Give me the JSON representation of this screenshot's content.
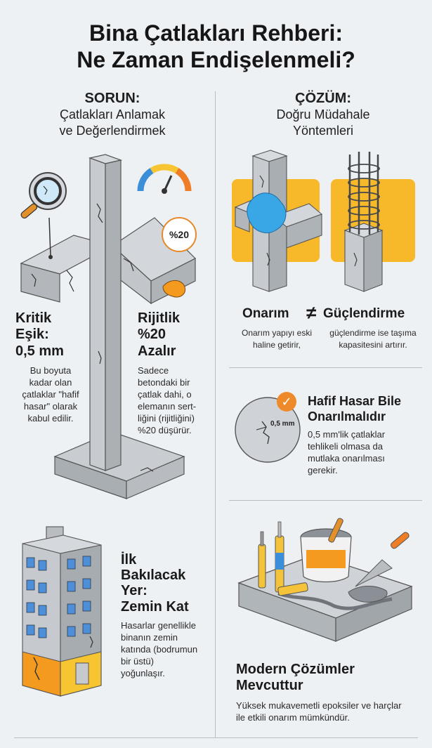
{
  "title": {
    "line1": "Bina Çatlakları Rehberi:",
    "line2": "Ne Zaman Endişelenmeli?"
  },
  "left_column": {
    "label": "SORUN:",
    "subtitle_line1": "Çatlakları Anlamak",
    "subtitle_line2": "ve Değerlendirmek"
  },
  "right_column": {
    "label": "ÇÖZÜM:",
    "subtitle_line1": "Doğru Müdahale",
    "subtitle_line2": "Yöntemleri"
  },
  "badge_percent": "%20",
  "critical_threshold": {
    "heading_line1": "Kritik",
    "heading_line2": "Eşik:",
    "heading_line3": "0,5 mm",
    "body_lines": [
      "Bu boyuta",
      "kadar olan",
      "çatlaklar \"hafif",
      "hasar\" olarak",
      "kabul edilir."
    ]
  },
  "rigidity": {
    "heading_line1": "Rijitlik",
    "heading_line2": "%20",
    "heading_line3": "Azalır",
    "body_lines": [
      "Sadece",
      "betondaki bir",
      "çatlak dahi, o",
      "elemanın sert-",
      "liğini (rijitliğini)",
      "%20 düşürür."
    ]
  },
  "repair_vs_strengthen": {
    "repair_label": "Onarım",
    "not_equal_symbol": "≠",
    "strengthen_label": "Güçlendirme",
    "repair_desc_line1": "Onarım yapıyı eski",
    "repair_desc_line2": "haline getirir,",
    "strengthen_desc_line1": "güçlendirme ise taşıma",
    "strengthen_desc_line2": "kapasitesini artırır."
  },
  "minor_damage": {
    "crack_label": "0,5 mm",
    "heading_line1": "Hafif Hasar Bile",
    "heading_line2": "Onarılmalıdır",
    "body_lines": [
      "0,5 mm'lik çatlaklar",
      "tehlikeli olmasa da",
      "mutlaka onarılması",
      "gerekir."
    ]
  },
  "ground_floor": {
    "heading_line1": "İlk",
    "heading_line2": "Bakılacak",
    "heading_line3": "Yer:",
    "heading_line4": "Zemin Kat",
    "body_lines": [
      "Hasarlar genellikle",
      "binanın zemin",
      "katında (bodrumun",
      "bir üstü)",
      "yoğunlaşır."
    ]
  },
  "modern_solutions": {
    "heading_line1": "Modern Çözümler",
    "heading_line2": "Mevcuttur",
    "body_line1": "Yüksek mukavemetli epoksiler ve harçlar",
    "body_line2": "ile etkili onarım mümkündür."
  },
  "colors": {
    "background": "#eef1f4",
    "concrete": "#c9cdd1",
    "concrete_dark": "#a3a8ad",
    "accent_orange": "#f39a1f",
    "accent_yellow": "#f7c531",
    "repair_blue": "#39a7e6",
    "check_orange": "#ee8a2a"
  },
  "icons": [
    "magnifier-icon",
    "gauge-icon",
    "percent-badge-icon",
    "checkmark-icon",
    "trowel-icon",
    "epoxy-tube-icon",
    "bucket-icon"
  ]
}
